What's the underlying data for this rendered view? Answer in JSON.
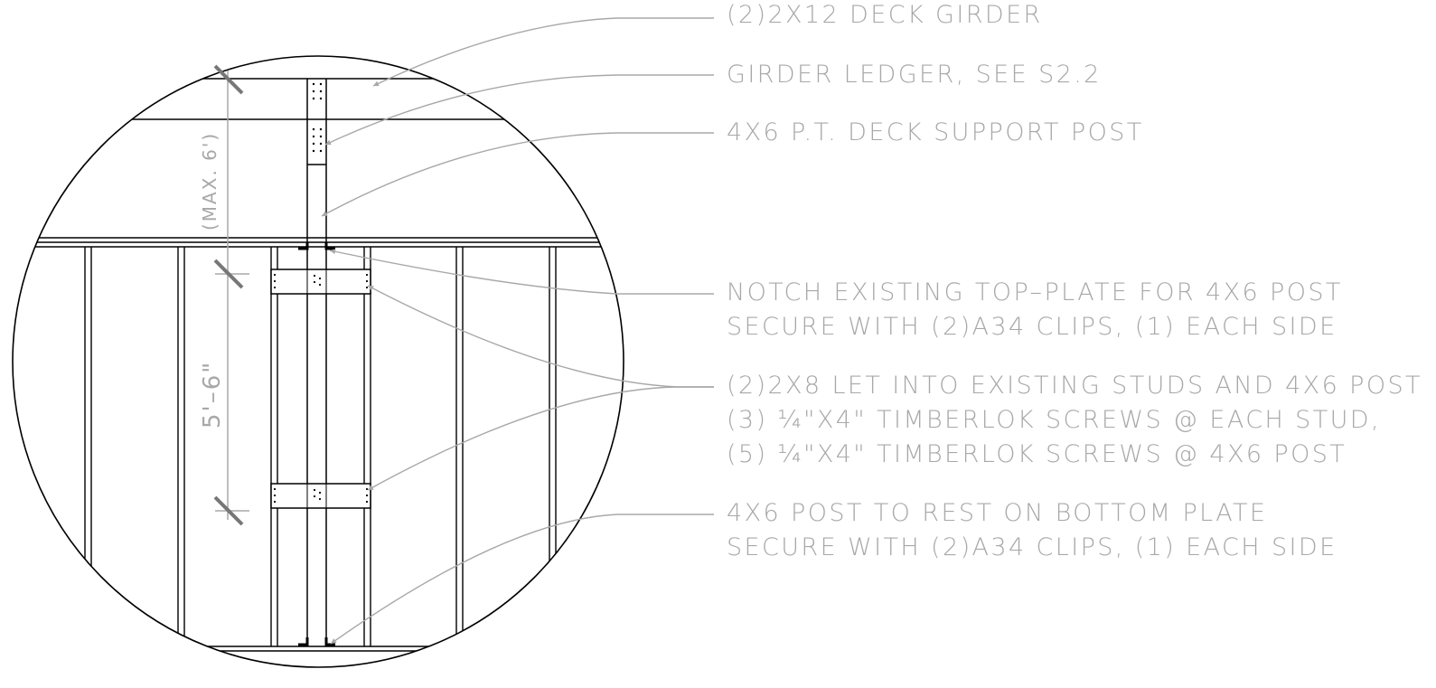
{
  "notes": [
    {
      "id": "girder",
      "lines": [
        "(2)2X12 DECK GIRDER"
      ]
    },
    {
      "id": "ledger",
      "lines": [
        "GIRDER LEDGER, SEE S2.2"
      ]
    },
    {
      "id": "post",
      "lines": [
        "4X6 P.T. DECK SUPPORT POST"
      ]
    },
    {
      "id": "notch",
      "lines": [
        "NOTCH EXISTING TOP–PLATE FOR 4X6 POST",
        "SECURE WITH (2)A34 CLIPS, (1) EACH SIDE"
      ]
    },
    {
      "id": "letin",
      "lines": [
        "(2)2X8 LET INTO EXISTING STUDS AND 4X6 POST",
        "(3) ¼\"X4\" TIMBERLOK SCREWS @ EACH STUD,",
        "(5) ¼\"X4\" TIMBERLOK SCREWS @ 4X6 POST"
      ]
    },
    {
      "id": "bottom",
      "lines": [
        "4X6 POST TO REST ON BOTTOM PLATE",
        "SECURE WITH (2)A34 CLIPS, (1) EACH SIDE"
      ]
    }
  ],
  "dimensions": {
    "main": "5'–6\"",
    "max": "(MAX. 6')"
  },
  "colors": {
    "linework": "#000000",
    "annotation": "#a8a8a8"
  }
}
